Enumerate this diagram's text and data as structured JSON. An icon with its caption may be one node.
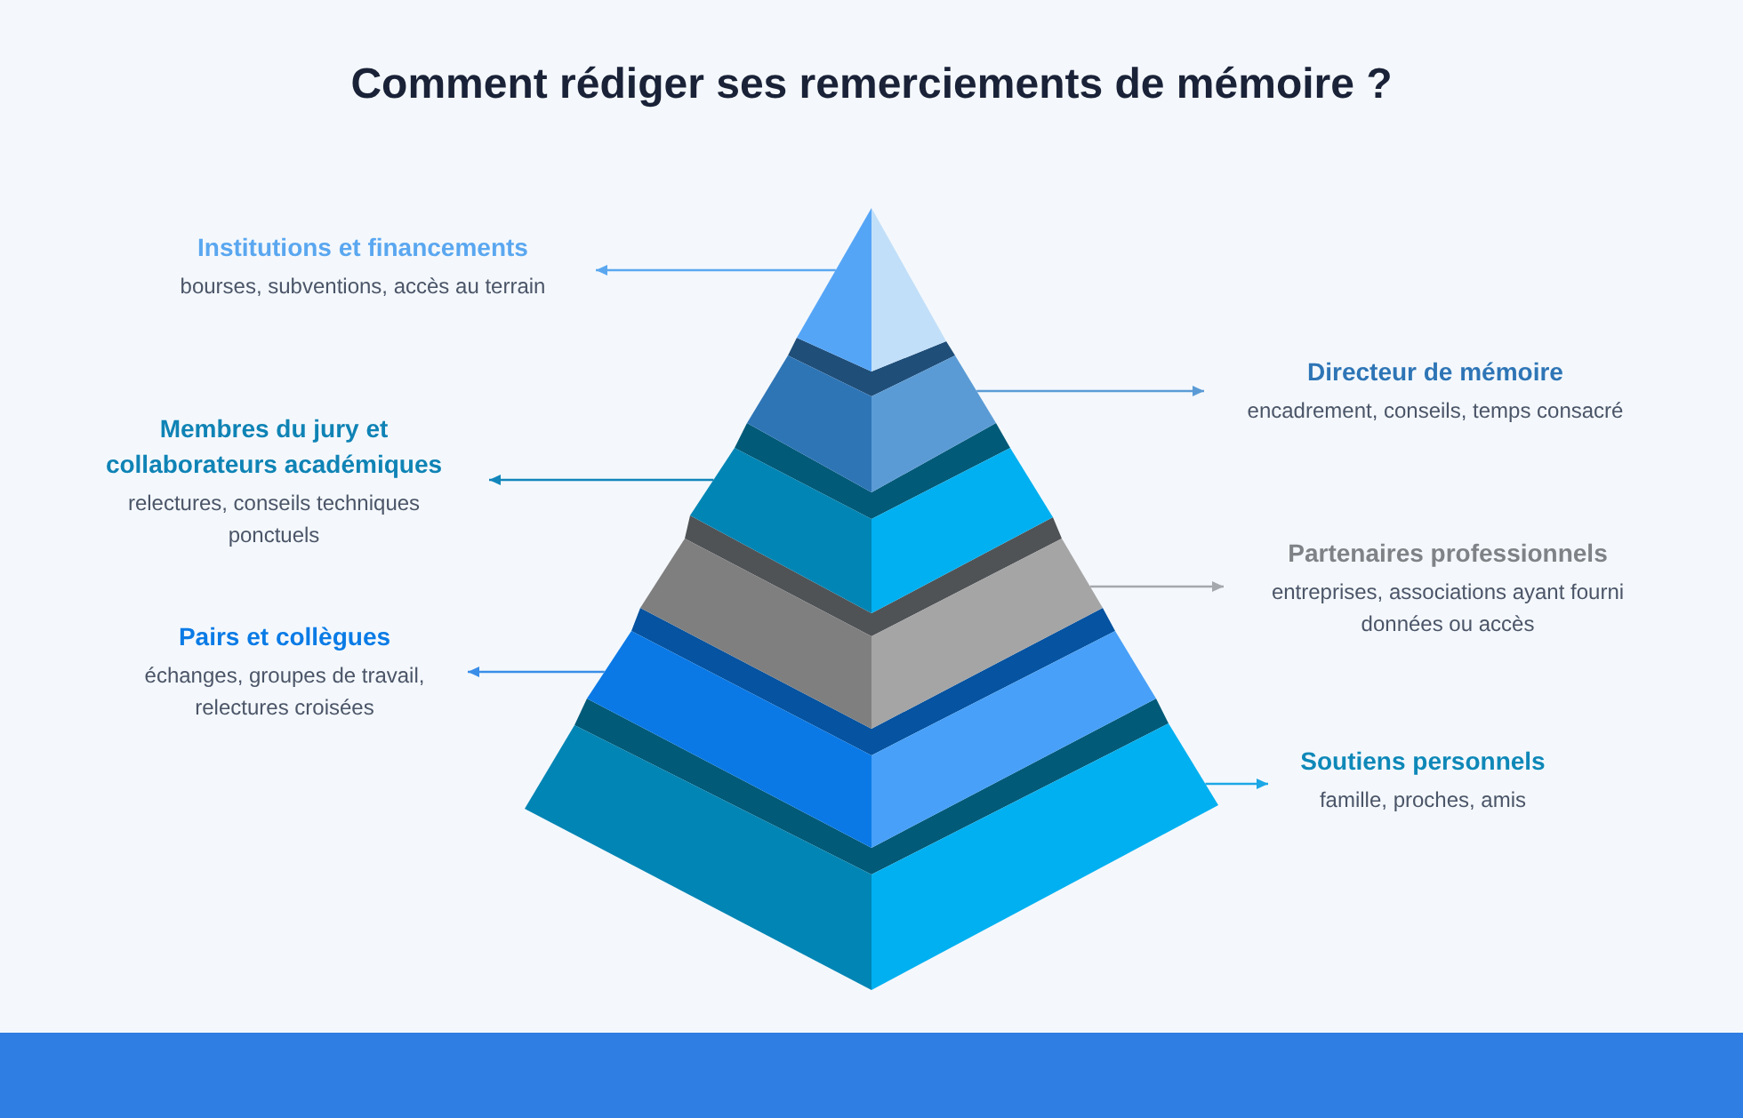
{
  "diagram": {
    "title": "Comment rédiger ses remerciements de mémoire ?",
    "nodes": [
      {
        "text": [
          "Institutions et financements",
          "bourses, subventions, accès au terrain"
        ]
      },
      {
        "text": [
          "Directeur de mémoire",
          "encadrement, conseils, temps consacré"
        ]
      },
      {
        "text": [
          "Membres du jury et collaborateurs académiques",
          "relectures, conseils techniques ponctuels"
        ]
      },
      {
        "text": [
          "Partenaires professionnels",
          "entreprises, associations ayant fourni données ou accès"
        ]
      },
      {
        "text": [
          "Pairs et collègues",
          "échanges, groupes de travail, relectures croisées"
        ]
      },
      {
        "text": [
          "Soutiens personnels",
          "famille, proches, amis"
        ]
      },
      {
        "text": [],
        "shape": "triangle"
      },
      {
        "text": [],
        "shape": "trapezoid"
      },
      {
        "text": [],
        "shape": "trapezoid"
      },
      {
        "text": [],
        "shape": "trapezoid"
      },
      {
        "text": [],
        "shape": "trapezoid"
      },
      {
        "text": [],
        "shape": "trapezoid"
      }
    ],
    "edges": [
      {
        "from": 6,
        "to": 0,
        "arrow": "to",
        "color": "#5aa7f0"
      },
      {
        "from": 7,
        "to": 1,
        "arrow": "to",
        "color": "#5b9bd5"
      },
      {
        "from": 8,
        "to": 2,
        "arrow": "to",
        "color": "#1286bb"
      },
      {
        "from": 9,
        "to": 3,
        "arrow": "to",
        "color": "#a5a8ac"
      },
      {
        "from": 10,
        "to": 4,
        "arrow": "to",
        "color": "#3a8ee8"
      },
      {
        "from": 11,
        "to": 5,
        "arrow": "to",
        "color": "#1ca7e6"
      }
    ]
  }
}
